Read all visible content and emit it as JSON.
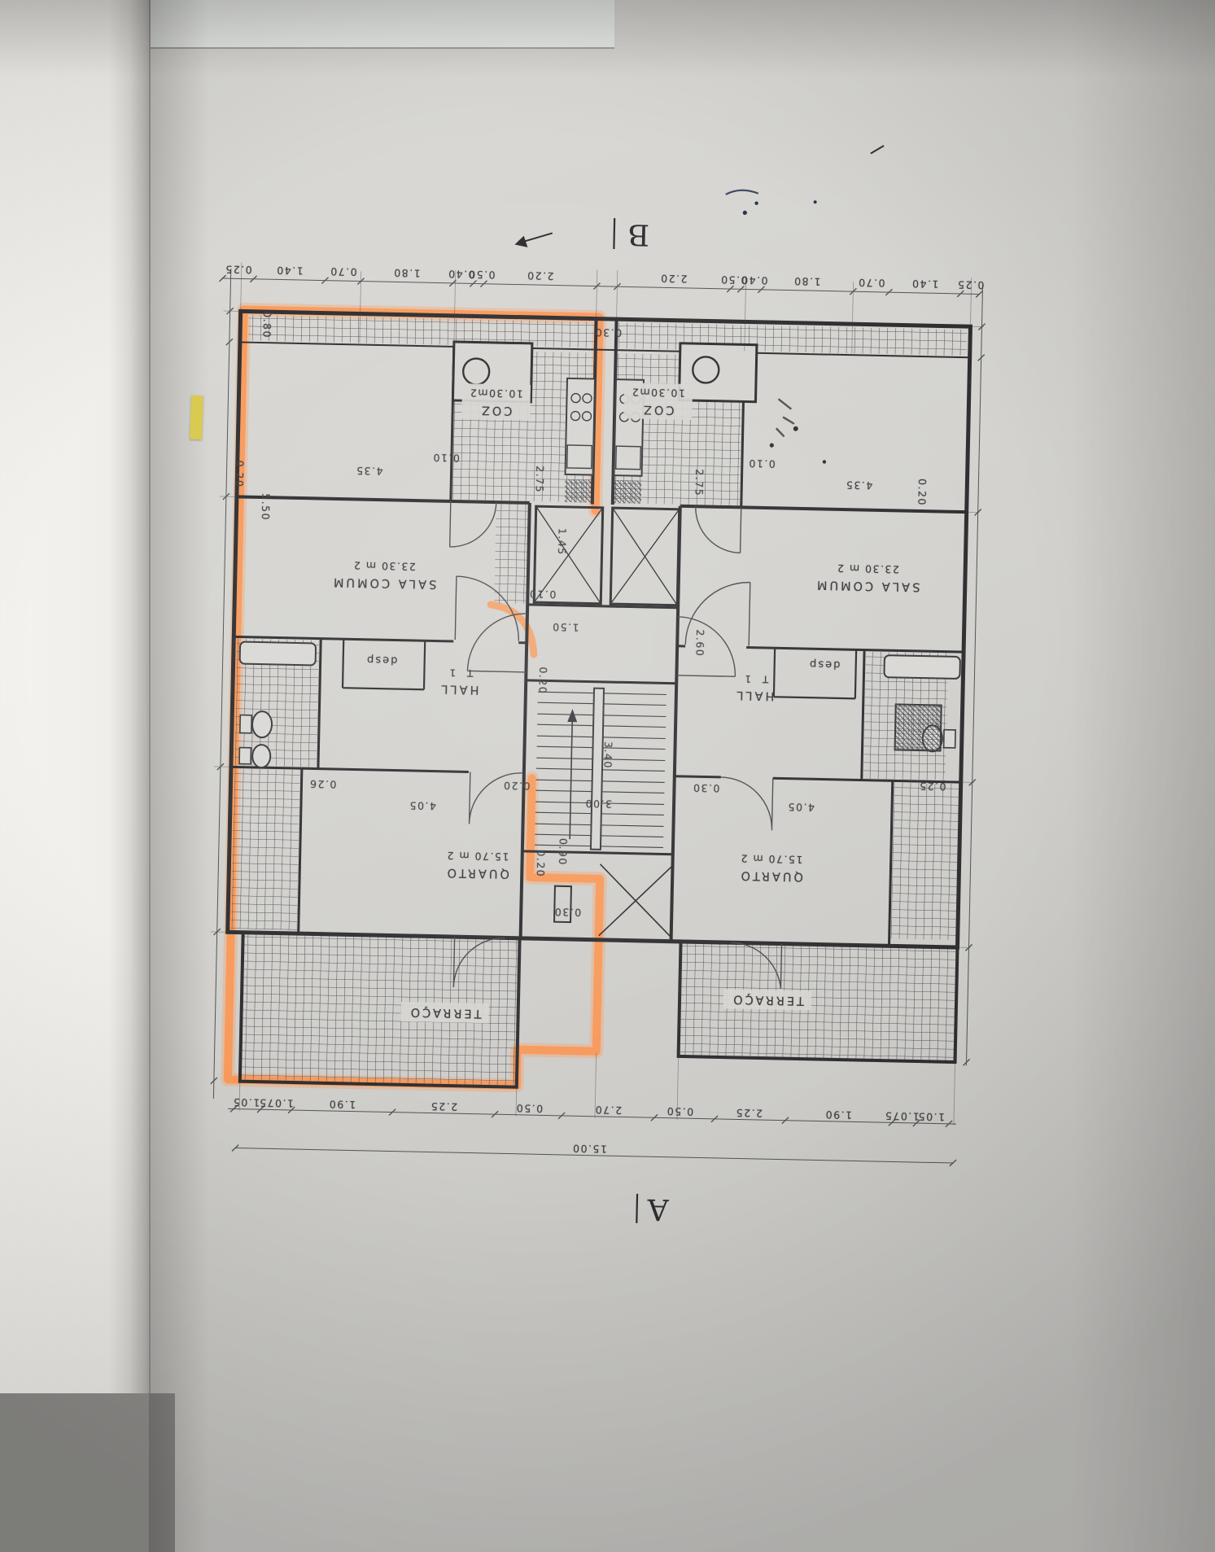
{
  "photo": {
    "colors": {
      "paper": "#d4d3cf",
      "page_edge": "#f2f1ed",
      "ink": "#3e3e41",
      "highlight": "#ff9450",
      "sticker": "#d8c94f"
    }
  },
  "plan": {
    "section_markers": {
      "b": "B",
      "a": "A"
    },
    "units": {
      "left": {
        "kitchen_name": "COZ",
        "kitchen_area": "10.30m2",
        "living_name": "SALA COMUM",
        "living_area": "23.30 m 2",
        "hall_name": "HALL",
        "hall_tag": "T 1",
        "pantry_name": "desp",
        "bedroom_name": "QUARTO",
        "bedroom_area": "15.70 m 2",
        "terrace_name": "TERRAÇO"
      },
      "right": {
        "kitchen_name": "COZ",
        "kitchen_area": "10.30m2",
        "living_name": "SALA COMUM",
        "living_area": "23.30 m 2",
        "hall_name": "HALL",
        "hall_tag": "T 1",
        "pantry_name": "desp",
        "bedroom_name": "QUARTO",
        "bedroom_area": "15.70 m 2",
        "terrace_name": "TERRAÇO"
      }
    },
    "dims_top": [
      "0.25",
      "1.40",
      "0.70",
      "1.80",
      "0.40",
      "0.50",
      "2.20",
      "2.20",
      "0.50",
      "0.40",
      "1.80",
      "0.70",
      "1.40",
      "0.25"
    ],
    "dims_bottom": [
      "1.05",
      "1.075",
      "1.90",
      "2.25",
      "0.50",
      "2.70",
      "0.50",
      "2.25",
      "1.90",
      "1.075",
      "1.05"
    ],
    "dim_overall": "15.00",
    "dims_left": [
      "0.80",
      "0.20",
      "5.50"
    ],
    "dims_right": [
      "0.20",
      "0.25"
    ],
    "dims_interior": [
      "4.35",
      "0.10",
      "2.75",
      "2.75",
      "0.10",
      "4.35",
      "1.45",
      "0.10",
      "1.50",
      "2.60",
      "0.20",
      "3.40",
      "3.00",
      "0.20",
      "0.20",
      "0.90",
      "0.30",
      "4.05",
      "0.26",
      "4.05",
      "0.30",
      "0.30"
    ]
  }
}
